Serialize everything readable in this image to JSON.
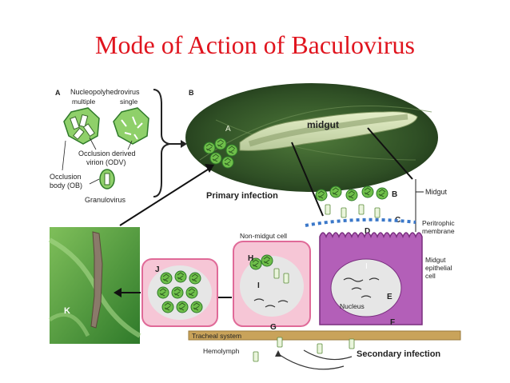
{
  "title": "Mode of Action of Baculovirus",
  "panel_a": {
    "letter": "A",
    "nucleopolyhedrovirus": "Nucleopolyhedrovirus",
    "multiple": "multiple",
    "single": "single",
    "odv_line1": "Occlusion derived",
    "odv_line2": "virion (ODV)",
    "ob_line1": "Occlusion",
    "ob_line2": "body (OB)",
    "granulovirus": "Granulovirus"
  },
  "panel_b": {
    "letter": "B",
    "larva_letter": "A",
    "midgut_label": "midgut",
    "primary_infection": "Primary infection"
  },
  "cells": {
    "label_b": "B",
    "midgut_right": "Midgut",
    "label_c": "C",
    "peritrophic_line1": "Peritrophic",
    "peritrophic_line2": "membrane",
    "label_d": "D",
    "non_midgut_cell": "Non-midgut cell",
    "label_h": "H",
    "label_i_left": "I",
    "label_i_right": "I",
    "label_j": "J",
    "midgut_epithelial_line1": "Midgut",
    "midgut_epithelial_line2": "epithelial",
    "midgut_epithelial_line3": "cell",
    "nucleus": "Nucleus",
    "label_e": "E",
    "label_f": "F",
    "label_g": "G",
    "tracheal_system": "Tracheal system",
    "hemolymph": "Hemolymph",
    "secondary_infection": "Secondary infection",
    "label_k": "K"
  },
  "colors": {
    "title": "#e0141e",
    "polyhedra": "#6fbf4a",
    "pink_cell": "#f6c6d6",
    "purple_cell": "#b35fb8",
    "peritrophic": "#3b78c9",
    "trachea": "#c9a35a"
  }
}
